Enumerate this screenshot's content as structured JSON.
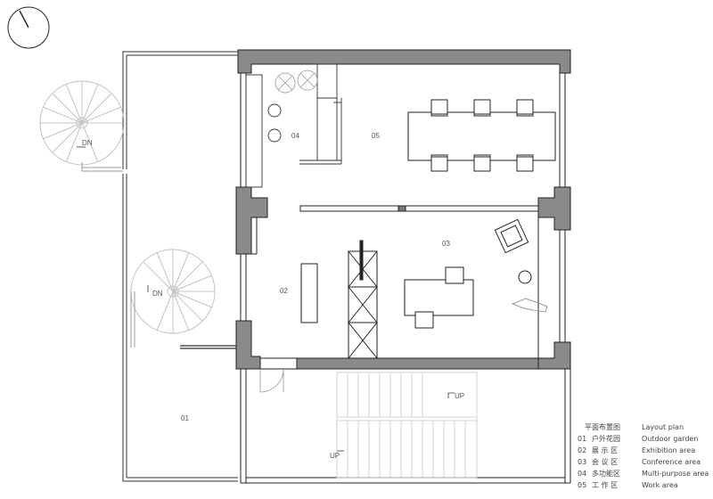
{
  "rooms": {
    "r01": "01",
    "r02": "02",
    "r03": "03",
    "r04": "04",
    "r05": "05"
  },
  "stairs": {
    "spiral_top": "DN",
    "spiral_bottom": "DN",
    "straight_upper": "UP",
    "straight_lower": "UP"
  },
  "legend": {
    "title_cn": "平面布置图",
    "title_en": "Layout plan",
    "items": [
      {
        "num": "01",
        "cn": "户外花园",
        "en": "Outdoor garden"
      },
      {
        "num": "02",
        "cn": "展 示 区",
        "en": "Exhibition area"
      },
      {
        "num": "03",
        "cn": "会 议 区",
        "en": "Conference area"
      },
      {
        "num": "04",
        "cn": "多功能区",
        "en": "Multi-purpose area"
      },
      {
        "num": "05",
        "cn": "工 作 区",
        "en": "Work area"
      }
    ]
  },
  "north_icon": "north-arrow-icon",
  "colors": {
    "wall_fill": "#8a8a8a",
    "line": "#222222",
    "light_line": "#bdbdbd"
  }
}
